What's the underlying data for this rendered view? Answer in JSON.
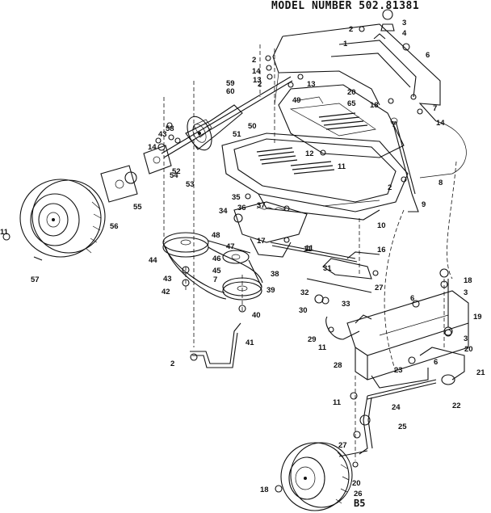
{
  "header": {
    "model_number": "MODEL NUMBER 502.81381"
  },
  "footer": {
    "page_code": "B5"
  },
  "callouts": [
    {
      "label": "1"
    },
    {
      "label": "2"
    },
    {
      "label": "3"
    },
    {
      "label": "4"
    },
    {
      "label": "6"
    },
    {
      "label": "2"
    },
    {
      "label": "14"
    },
    {
      "label": "2"
    },
    {
      "label": "13"
    },
    {
      "label": "13"
    },
    {
      "label": "59"
    },
    {
      "label": "60"
    },
    {
      "label": "49"
    },
    {
      "label": "20"
    },
    {
      "label": "65"
    },
    {
      "label": "18"
    },
    {
      "label": "7"
    },
    {
      "label": "7"
    },
    {
      "label": "14"
    },
    {
      "label": "50"
    },
    {
      "label": "51"
    },
    {
      "label": "58"
    },
    {
      "label": "43"
    },
    {
      "label": "14"
    },
    {
      "label": "52"
    },
    {
      "label": "12"
    },
    {
      "label": "11"
    },
    {
      "label": "53"
    },
    {
      "label": "54"
    },
    {
      "label": "8"
    },
    {
      "label": "55"
    },
    {
      "label": "2"
    },
    {
      "label": "9"
    },
    {
      "label": "35"
    },
    {
      "label": "36"
    },
    {
      "label": "37"
    },
    {
      "label": "34"
    },
    {
      "label": "10"
    },
    {
      "label": "56"
    },
    {
      "label": "11"
    },
    {
      "label": "48"
    },
    {
      "label": "17"
    },
    {
      "label": "47"
    },
    {
      "label": "11"
    },
    {
      "label": "44"
    },
    {
      "label": "46"
    },
    {
      "label": "45"
    },
    {
      "label": "16"
    },
    {
      "label": "57"
    },
    {
      "label": "7"
    },
    {
      "label": "38"
    },
    {
      "label": "31"
    },
    {
      "label": "43"
    },
    {
      "label": "39"
    },
    {
      "label": "42"
    },
    {
      "label": "32"
    },
    {
      "label": "27"
    },
    {
      "label": "18"
    },
    {
      "label": "3"
    },
    {
      "label": "6"
    },
    {
      "label": "33"
    },
    {
      "label": "30"
    },
    {
      "label": "40"
    },
    {
      "label": "19"
    },
    {
      "label": "29"
    },
    {
      "label": "3"
    },
    {
      "label": "41"
    },
    {
      "label": "11"
    },
    {
      "label": "20"
    },
    {
      "label": "28"
    },
    {
      "label": "6"
    },
    {
      "label": "2"
    },
    {
      "label": "23"
    },
    {
      "label": "21"
    },
    {
      "label": "11"
    },
    {
      "label": "24"
    },
    {
      "label": "22"
    },
    {
      "label": "25"
    },
    {
      "label": "27"
    },
    {
      "label": "20"
    },
    {
      "label": "18"
    },
    {
      "label": "26"
    },
    {
      "label": "11"
    }
  ]
}
